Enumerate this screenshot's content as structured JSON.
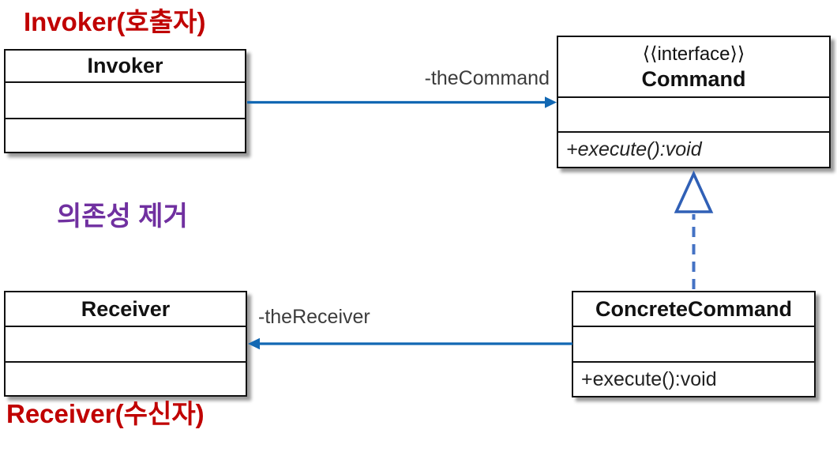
{
  "colors": {
    "title_red": "#C00000",
    "purple": "#7030A0",
    "arrow_blue": "#1268B3",
    "dashed_blue": "#4472C4",
    "realization_blue": "#3060B6"
  },
  "annotations": {
    "invoker_caption": "Invoker(호출자)",
    "dependency_caption": "의존성 제거",
    "receiver_caption": "Receiver(수신자)"
  },
  "classes": {
    "invoker": {
      "name": "Invoker"
    },
    "command": {
      "stereotype": "⟨⟨interface⟩⟩",
      "name": "Command",
      "operation": "+execute():void"
    },
    "receiver": {
      "name": "Receiver"
    },
    "concrete_command": {
      "name": "ConcreteCommand",
      "operation": "+execute():void"
    }
  },
  "relations": {
    "the_command_label": "-theCommand",
    "the_receiver_label": "-theReceiver"
  }
}
